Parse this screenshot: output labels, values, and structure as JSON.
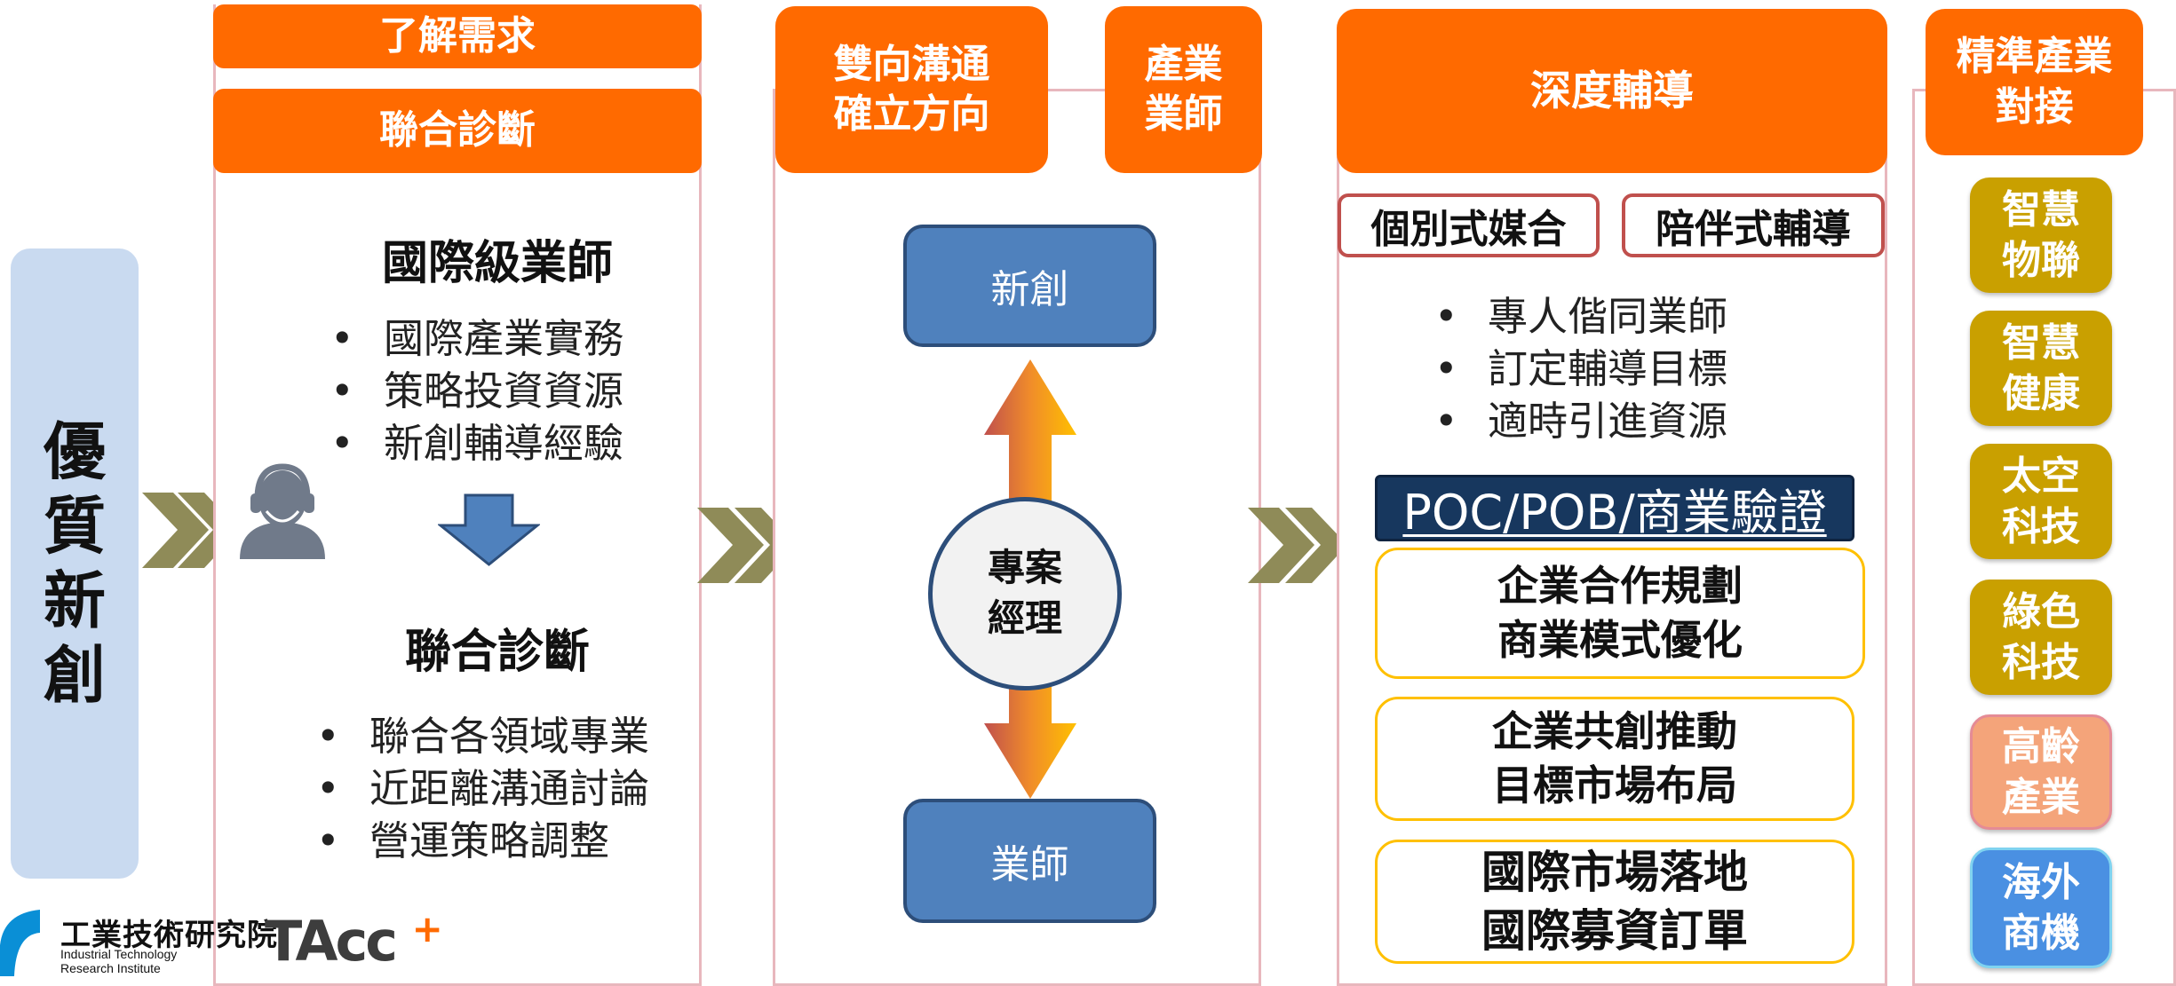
{
  "left_label": {
    "lines": [
      "優",
      "質",
      "新",
      "創"
    ],
    "bg_color": "#c9daf0"
  },
  "col1": {
    "header_top": "了解需求",
    "header_bottom": "聯合診斷",
    "mentor_title": "國際級業師",
    "mentor_bullets": [
      "國際產業實務",
      "策略投資資源",
      "新創輔導經驗"
    ],
    "diagnosis_title": "聯合診斷",
    "diagnosis_bullets": [
      "聯合各領域專業",
      "近距離溝通討論",
      "營運策略調整"
    ]
  },
  "col2": {
    "header_left": [
      "雙向溝通",
      "確立方向"
    ],
    "header_right": [
      "產業",
      "業師"
    ],
    "top_box": "新創",
    "center_circle": [
      "專案",
      "經理"
    ],
    "bottom_box": "業師"
  },
  "col3": {
    "header": "深度輔導",
    "tab_left": "個別式媒合",
    "tab_right": "陪伴式輔導",
    "bullets": [
      "專人偕同業師",
      "訂定輔導目標",
      "適時引進資源"
    ],
    "navy_bar": "POC/POB/商業驗證",
    "boxes": [
      [
        "企業合作規劃",
        "商業模式優化"
      ],
      [
        "企業共創推動",
        "目標市場布局"
      ],
      [
        "國際市場落地",
        "國際募資訂單"
      ]
    ]
  },
  "col4": {
    "header": [
      "精準產業",
      "對接"
    ],
    "industries": [
      {
        "lines": [
          "智慧",
          "物聯"
        ],
        "color": "#c9a000"
      },
      {
        "lines": [
          "智慧",
          "健康"
        ],
        "color": "#c9a000"
      },
      {
        "lines": [
          "太空",
          "科技"
        ],
        "color": "#c9a000"
      },
      {
        "lines": [
          "綠色",
          "科技"
        ],
        "color": "#c9a000"
      },
      {
        "lines": [
          "高齡",
          "產業"
        ],
        "color": "#f4a47a"
      },
      {
        "lines": [
          "海外",
          "商機"
        ],
        "color": "#4a90e2"
      }
    ]
  },
  "logos": {
    "itri_cn": "工業技術研究院",
    "itri_en": [
      "Industrial Technology",
      "Research Institute"
    ],
    "tacc": "TAcc",
    "tacc_plus": "+"
  },
  "colors": {
    "accent_orange": "#ff6a00",
    "panel_border": "#e8b7bd",
    "chevron": "#8f8b58",
    "blue_box": "#4f81bd",
    "navy": "#17375e"
  }
}
